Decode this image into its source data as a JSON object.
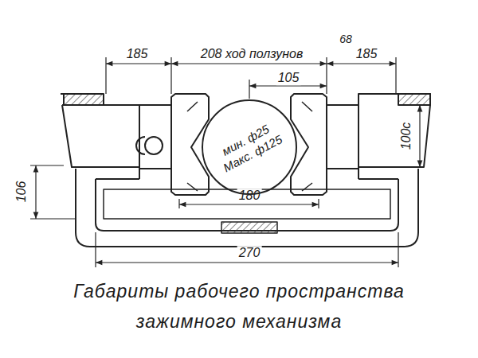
{
  "diagram": {
    "caption": "Габариты рабочего пространства зажимного механизма",
    "nodes": [
      {
        "text": [
          "мин. ф25",
          "Макс. ф125"
        ]
      }
    ],
    "labels": [
      "185",
      "208 ход ползунов",
      "68",
      "185",
      "105",
      "106",
      "100с",
      "180",
      "270"
    ]
  }
}
